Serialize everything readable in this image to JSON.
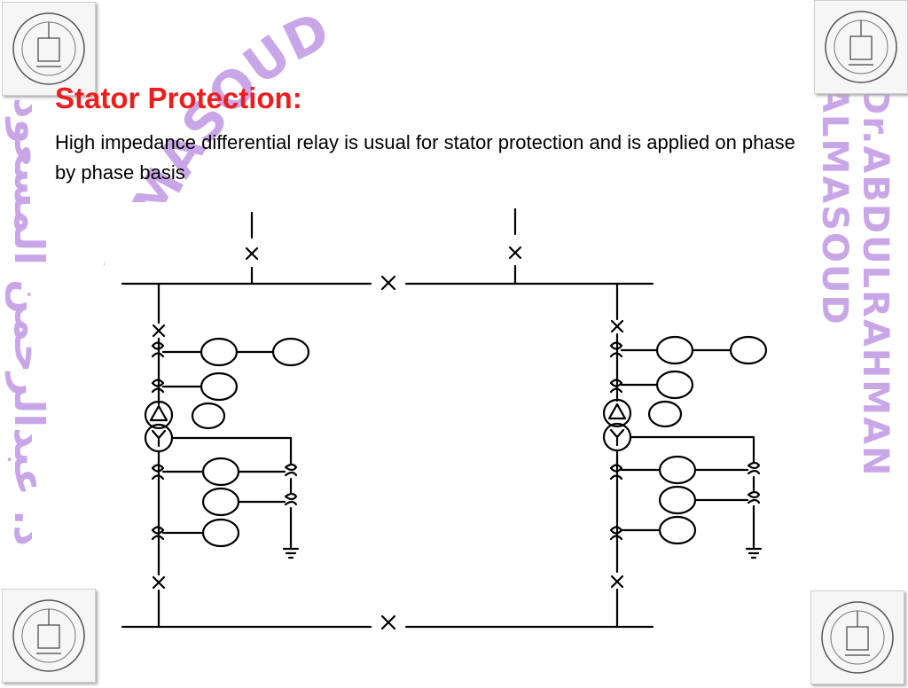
{
  "slide": {
    "title": "Stator Protection:",
    "body": "High impedance differential relay is usual for stator protection and is applied on phase by phase basis"
  },
  "watermark": {
    "arc_text": "ALMASOUD",
    "vertical_text": "Dr.ABDULRAHMAN ALMASOUD",
    "arabic_text": "د. عبدالرحمن المسعود",
    "color": "#c9a6e8"
  },
  "logos": {
    "icon": "university-emblem-icon"
  },
  "colors": {
    "title": "#ee1c1c",
    "line": "#000000"
  }
}
